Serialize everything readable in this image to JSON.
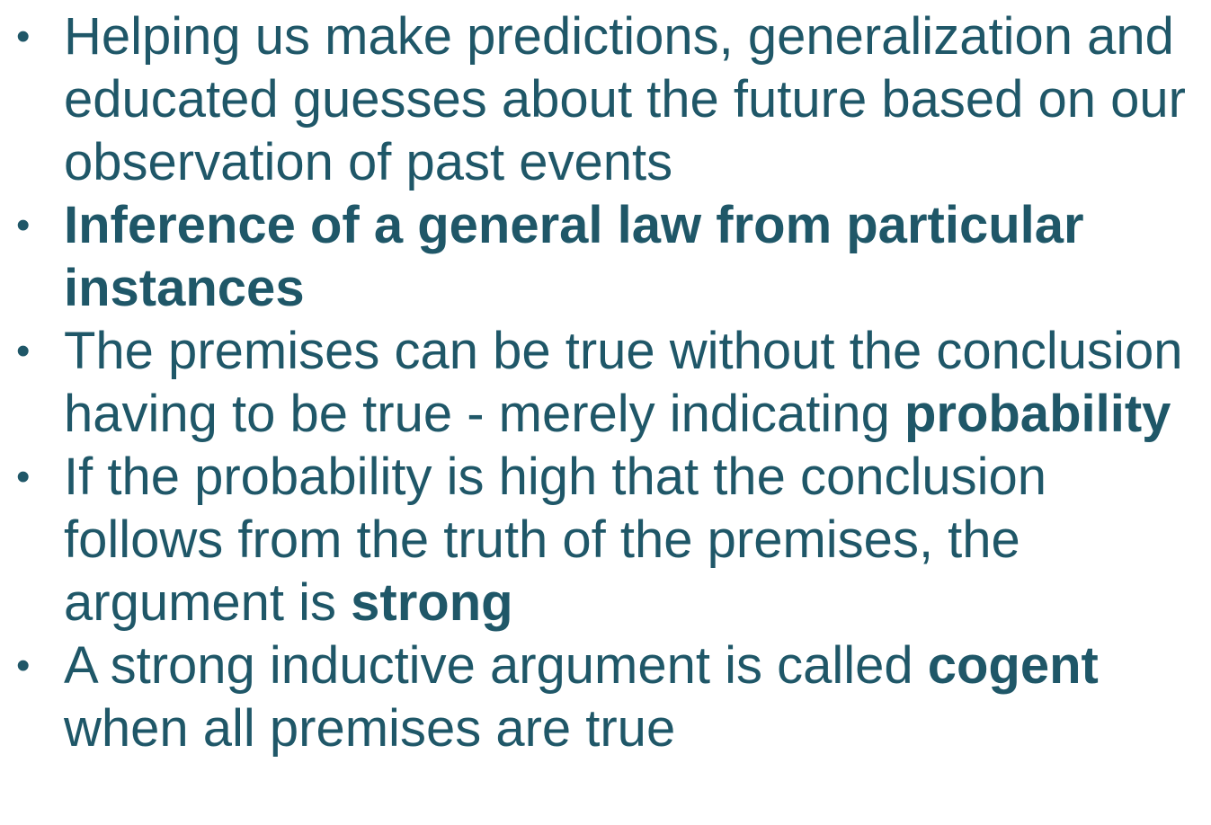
{
  "bullets": [
    {
      "marker": "•",
      "text": "Helping us make predictions, generalization and educated guesses about the future based on our observation of past events"
    },
    {
      "marker": "•",
      "bold_text": "Inference of a general law from particular instances"
    },
    {
      "marker": "•",
      "text": "The premises can be true without the conclusion having to be true - merely indicating ",
      "bold_text": "probability"
    },
    {
      "marker": "•",
      "text": "If the probability is high that the conclusion follows from the truth of the premises, the argument is ",
      "bold_text": "strong"
    },
    {
      "marker": "•",
      "text": "A strong inductive argument is called ",
      "bold_text": "cogent",
      "text_after": " when all premises are true"
    }
  ],
  "colors": {
    "text": "#1f5768",
    "background": "#ffffff"
  }
}
